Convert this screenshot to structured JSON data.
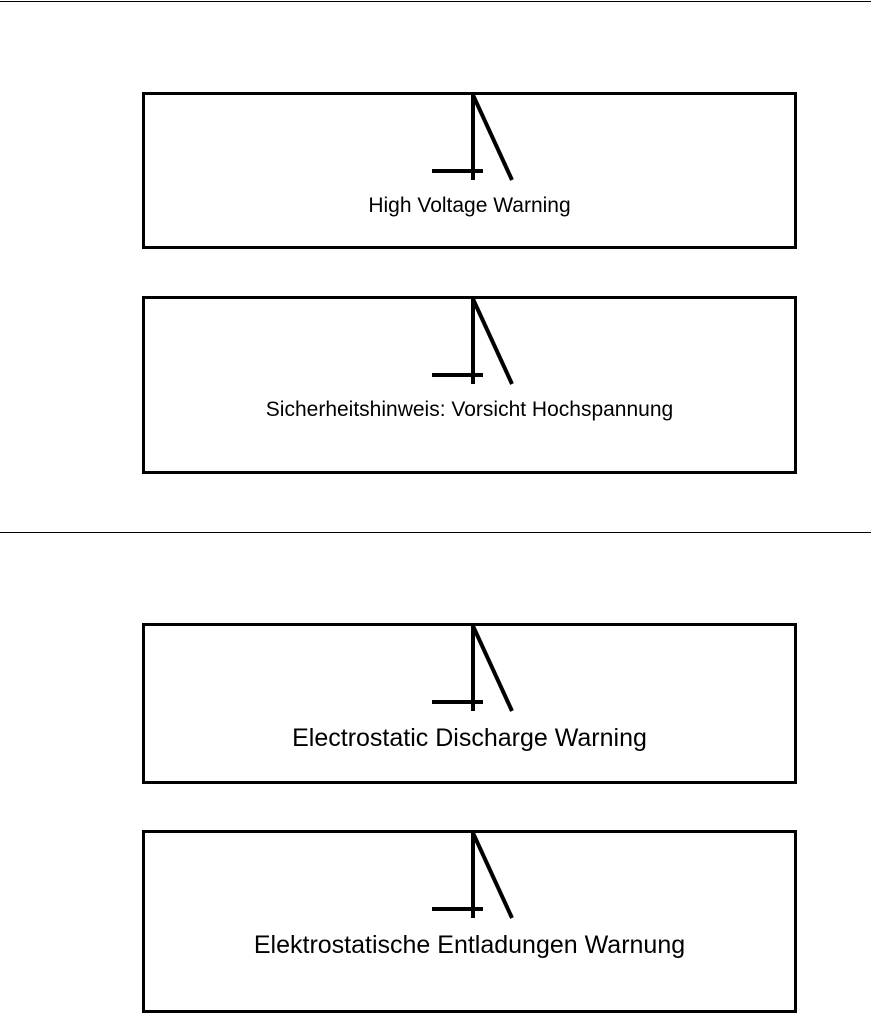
{
  "section_1": {
    "panel_1": {
      "icon": "high-voltage-icon",
      "text": "High Voltage Warning"
    },
    "panel_2": {
      "icon": "high-voltage-icon",
      "text": "Sicherheitshinweis: Vorsicht Hochspannung"
    }
  },
  "section_2": {
    "panel_1": {
      "icon": "high-voltage-icon",
      "text": "Electrostatic Discharge Warning"
    },
    "panel_2": {
      "icon": "high-voltage-icon",
      "text": "Elektrostatische Entladungen Warnung"
    }
  }
}
